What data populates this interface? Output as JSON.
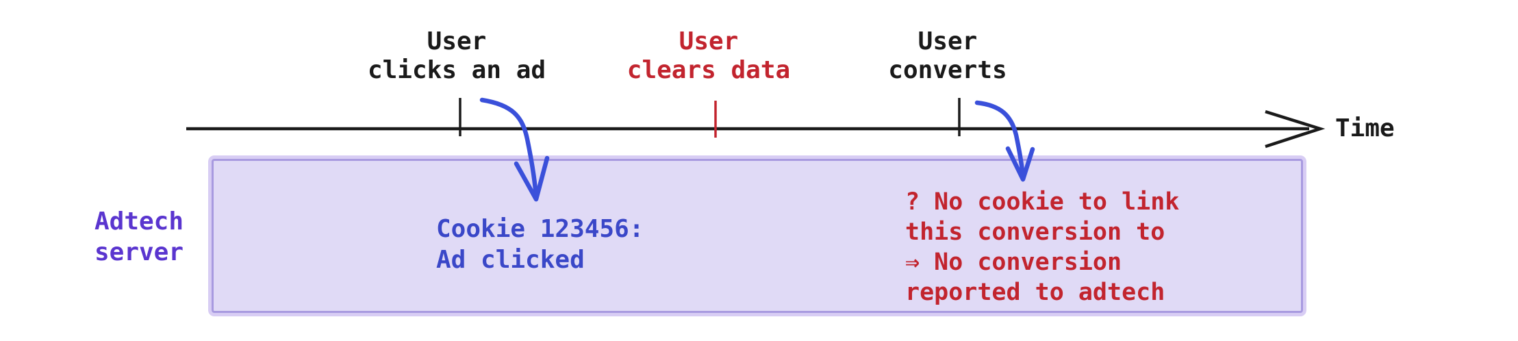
{
  "colors": {
    "background": "#ffffff",
    "ink": "#1a1a1a",
    "red": "#c2242e",
    "blue-text": "#3a47c8",
    "arrow-blue": "#3a50da",
    "purple": "#5a35cf",
    "box-fill": "#e0daf6",
    "box-border": "#a89ae0",
    "box-glow": "#d8cdf4"
  },
  "timeline": {
    "axis_label": "Time",
    "events": [
      {
        "label": "User\nclicks an ad",
        "emphasis": "normal"
      },
      {
        "label": "User\nclears data",
        "emphasis": "alert"
      },
      {
        "label": "User\nconverts",
        "emphasis": "normal"
      }
    ]
  },
  "lane": {
    "label": "Adtech\nserver"
  },
  "server_box": {
    "cookie_note": "Cookie 123456:\nAd clicked",
    "no_conversion_note": "? No cookie to link\nthis conversion to\n⇒ No conversion\nreported to adtech"
  }
}
